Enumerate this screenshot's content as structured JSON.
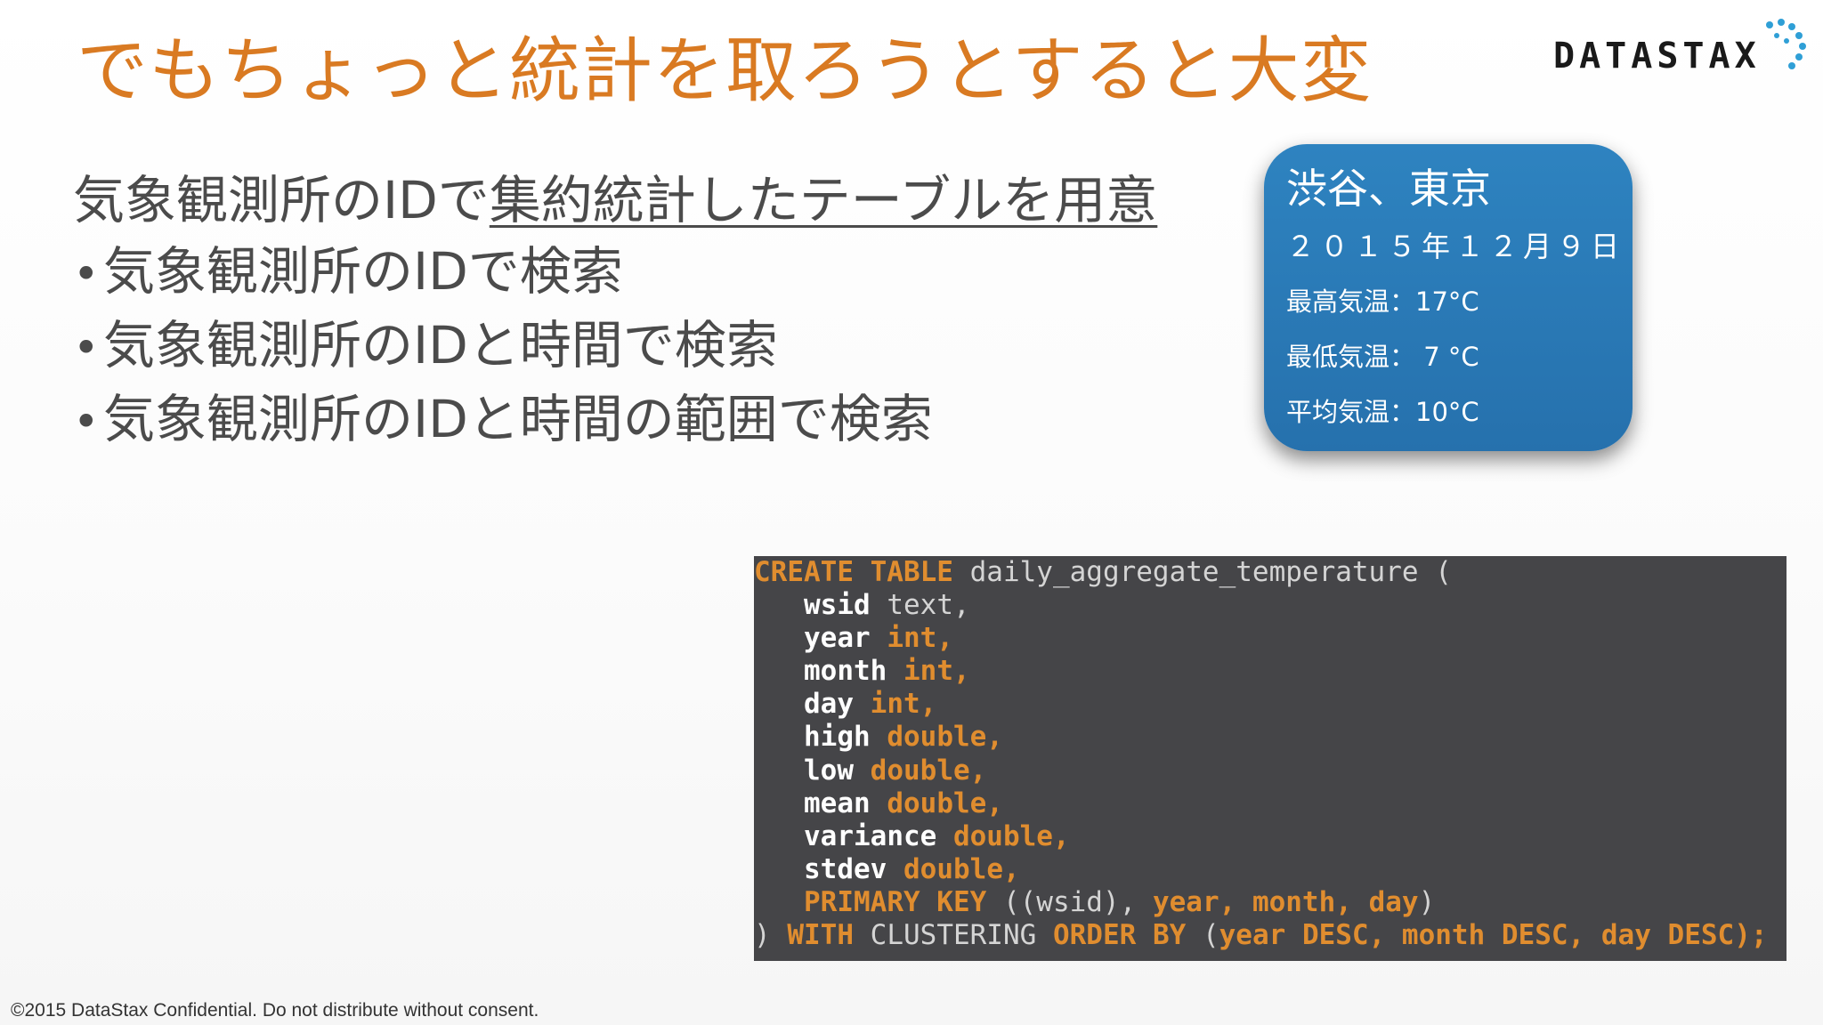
{
  "slide": {
    "title": "でもちょっと統計を取ろうとすると大変",
    "logo_text": "DATASTAX",
    "intro_prefix": "気象観測所のIDで",
    "intro_underlined": "集約統計したテーブルを用意",
    "bullet_symbol": "•",
    "bullets": [
      "気象観測所のIDで検索",
      "気象観測所のIDと時間で検索",
      "気象観測所のIDと時間の範囲で検索"
    ],
    "footer": "©2015 DataStax Confidential. Do not distribute without consent."
  },
  "weather_card": {
    "location": "渋谷、東京",
    "date": "２０１５年１２月９日",
    "high": "最高気温：17°C",
    "low": "最低気温： 7 °C",
    "average": "平均気温：10°C"
  },
  "code": {
    "line1": {
      "kw": "CREATE TABLE",
      "rest": " daily_aggregate_temperature ("
    },
    "columns": [
      {
        "name": "wsid",
        "type": "text,"
      },
      {
        "name": "year",
        "type": "int,"
      },
      {
        "name": "month",
        "type": "int,"
      },
      {
        "name": "day",
        "type": "int,"
      },
      {
        "name": "high",
        "type": "double,"
      },
      {
        "name": "low",
        "type": "double,"
      },
      {
        "name": "mean",
        "type": "double,"
      },
      {
        "name": "variance",
        "type": "double,"
      },
      {
        "name": "stdev",
        "type": "double,"
      }
    ],
    "primary_key": {
      "kw": "PRIMARY KEY",
      "open": " ((wsid),",
      "keys": " year, month, day",
      "close": ")"
    },
    "last_line": {
      "open": ")",
      "with": " WITH",
      "clustering": " CLUSTERING",
      "order_by": " ORDER BY",
      "paren": " (",
      "order": "year DESC, month DESC, day DESC",
      "close": ");"
    }
  },
  "colors": {
    "title": "#d97a22",
    "body_text": "#4b4b4b",
    "card_background": "#2b7bb9",
    "code_background": "#454548",
    "code_keyword": "#e08d2f",
    "code_identifier": "#ffffff"
  }
}
